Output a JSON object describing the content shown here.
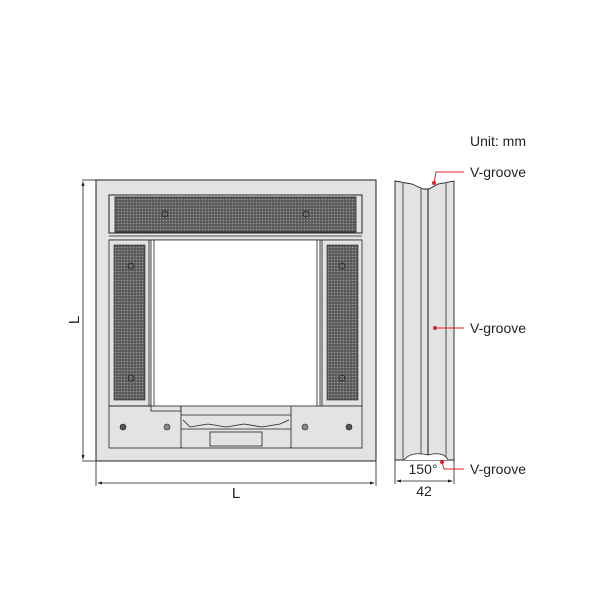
{
  "unit_label": "Unit: mm",
  "front_view": {
    "width_label": "L",
    "height_label": "L"
  },
  "side_view": {
    "callouts": [
      {
        "label": "V-groove",
        "position": "top"
      },
      {
        "label": "V-groove",
        "position": "side"
      },
      {
        "label": "V-groove",
        "position": "bottom"
      }
    ],
    "angle_label": "150°",
    "width_label": "42"
  },
  "colors": {
    "body_fill": "#e3e3e3",
    "outline": "#231f20",
    "hatch": "#4a4a4a",
    "callout": "#e0202a"
  }
}
